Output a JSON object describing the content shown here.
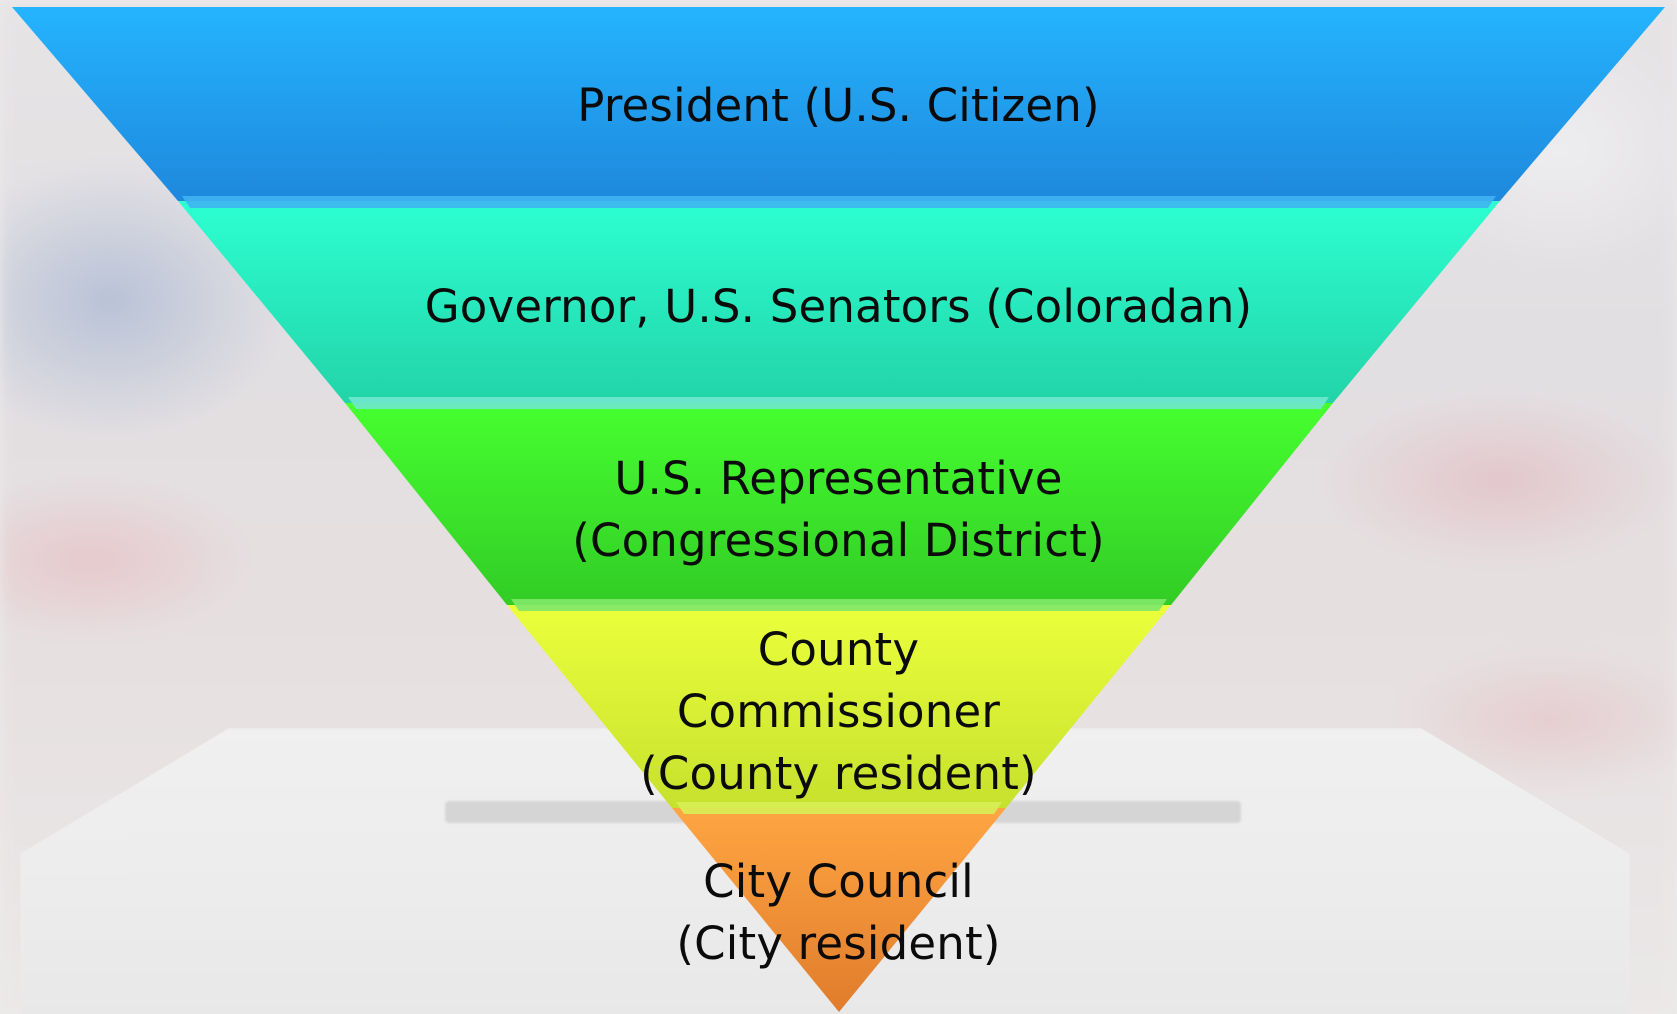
{
  "diagram": {
    "tiers": [
      {
        "lines": "President (U.S. Citizen)",
        "color_top": "#25b4ff",
        "color_bottom": "#1e88dd"
      },
      {
        "lines": "Governor, U.S. Senators (Coloradan)",
        "color_top": "#2dffd2",
        "color_bottom": "#22d4a8"
      },
      {
        "lines": "U.S. Representative\n(Congressional District)",
        "color_top": "#46ff2f",
        "color_bottom": "#32cc26"
      },
      {
        "lines": "County\nCommissioner\n(County resident)",
        "color_top": "#ebff3c",
        "color_bottom": "#c6e12d"
      },
      {
        "lines": "City Council\n(City resident)",
        "color_top": "#ffa542",
        "color_bottom": "#e07c2c"
      }
    ]
  }
}
